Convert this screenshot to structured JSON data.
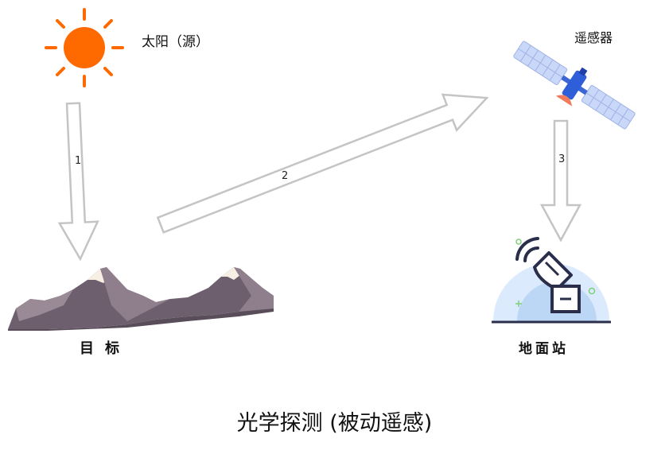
{
  "labels": {
    "source": "太阳（源）",
    "sensor": "遥感器",
    "target": "目标",
    "ground_station": "地面站"
  },
  "arrows": [
    {
      "number": "1",
      "from": "source",
      "to": "target"
    },
    {
      "number": "2",
      "from": "target",
      "to": "sensor"
    },
    {
      "number": "3",
      "from": "sensor",
      "to": "ground_station"
    }
  ],
  "title": "光学探测 (被动遥感)",
  "colors": {
    "sun": "#ff6a00",
    "arrow_stroke": "#c4c4c4",
    "mountain": "#6e5f6e",
    "mountain_snow": "#f7efe3",
    "satellite_panel": "#c9d8f8",
    "satellite_body": "#2f5fd8",
    "dish_dome": "#dbeafc",
    "dish_line": "#2a2e4a"
  },
  "icons": [
    "sun-icon",
    "satellite-icon",
    "mountain-icon",
    "ground-station-icon"
  ]
}
